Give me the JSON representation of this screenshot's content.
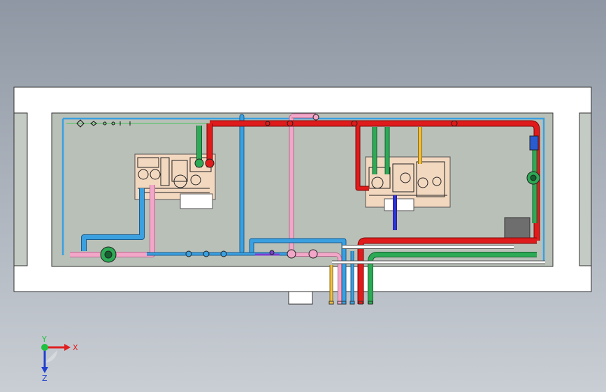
{
  "scene": {
    "view": "top-view",
    "colors": {
      "background_top": "#8e97a3",
      "background_bottom": "#c9ced4",
      "wall": "#ffffff",
      "floor": "#b9c0b8",
      "pipe_red": "#e01b1b",
      "pipe_green": "#2daa55",
      "pipe_blue": "#3aa0e0",
      "pipe_pink": "#f2a6c8",
      "pipe_yellow": "#f0c040",
      "pipe_purple": "#7a3fd0",
      "pipe_white": "#ffffff",
      "skid": "#f3d8c0",
      "cabinet": "#6e6e6e"
    }
  },
  "triad": {
    "x_label": "X",
    "y_label": "Y",
    "z_label": "Z",
    "x_color": "#e02020",
    "y_color": "#20c040",
    "z_color": "#2040d0"
  }
}
